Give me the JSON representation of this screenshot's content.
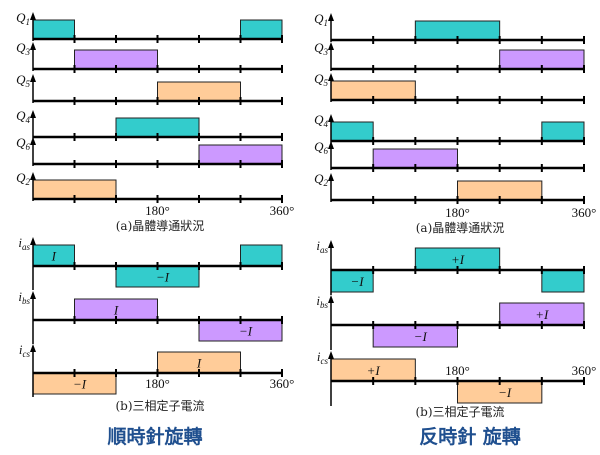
{
  "colors": {
    "teal": "#33CCCC",
    "purple": "#CC99FF",
    "orange": "#FFCC99"
  },
  "tick_labels": [
    "180°",
    "360°"
  ],
  "panels": [
    {
      "title": "順時針旋轉",
      "caption_a": "(a)晶體導通狀況",
      "caption_b": "(b)三相定子電流",
      "switches": [
        {
          "name": "Q",
          "sub": "1",
          "color": "teal",
          "on": [
            [
              0,
              60
            ],
            [
              300,
              360
            ]
          ]
        },
        {
          "name": "Q",
          "sub": "3",
          "color": "purple",
          "on": [
            [
              60,
              180
            ]
          ]
        },
        {
          "name": "Q",
          "sub": "5",
          "color": "orange",
          "on": [
            [
              180,
              300
            ]
          ]
        },
        {
          "name": "Q",
          "sub": "4",
          "color": "teal",
          "on": [
            [
              120,
              240
            ]
          ]
        },
        {
          "name": "Q",
          "sub": "6",
          "color": "purple",
          "on": [
            [
              240,
              360
            ]
          ]
        },
        {
          "name": "Q",
          "sub": "2",
          "color": "orange",
          "on": [
            [
              0,
              120
            ]
          ]
        }
      ],
      "currents": [
        {
          "name": "i",
          "sub": "as",
          "color": "teal",
          "segments": [
            {
              "from": 0,
              "to": 60,
              "level": 1,
              "label": "I"
            },
            {
              "from": 120,
              "to": 240,
              "level": -1,
              "label": "−I"
            },
            {
              "from": 300,
              "to": 360,
              "level": 1,
              "label": ""
            }
          ]
        },
        {
          "name": "i",
          "sub": "bs",
          "color": "purple",
          "segments": [
            {
              "from": 60,
              "to": 180,
              "level": 1,
              "label": "I"
            },
            {
              "from": 240,
              "to": 360,
              "level": -1,
              "label": "−I"
            }
          ]
        },
        {
          "name": "i",
          "sub": "cs",
          "color": "orange",
          "segments": [
            {
              "from": 0,
              "to": 120,
              "level": -1,
              "label": "−I"
            },
            {
              "from": 180,
              "to": 300,
              "level": 1,
              "label": "I"
            }
          ]
        }
      ]
    },
    {
      "title": "反時針 旋轉",
      "caption_a": "(a)晶體導通狀況",
      "caption_b": "(b)三相定子電流",
      "switches": [
        {
          "name": "Q",
          "sub": "1",
          "color": "teal",
          "on": [
            [
              120,
              240
            ]
          ]
        },
        {
          "name": "Q",
          "sub": "3",
          "color": "purple",
          "on": [
            [
              240,
              360
            ]
          ]
        },
        {
          "name": "Q",
          "sub": "5",
          "color": "orange",
          "on": [
            [
              0,
              120
            ]
          ]
        },
        {
          "name": "Q",
          "sub": "4",
          "color": "teal",
          "on": [
            [
              0,
              60
            ],
            [
              300,
              360
            ]
          ]
        },
        {
          "name": "Q",
          "sub": "6",
          "color": "purple",
          "on": [
            [
              60,
              180
            ]
          ]
        },
        {
          "name": "Q",
          "sub": "2",
          "color": "orange",
          "on": [
            [
              180,
              300
            ]
          ]
        }
      ],
      "currents": [
        {
          "name": "i",
          "sub": "as",
          "color": "teal",
          "segments": [
            {
              "from": 0,
              "to": 60,
              "level": -1,
              "label": "−I"
            },
            {
              "from": 120,
              "to": 240,
              "level": 1,
              "label": "+I"
            },
            {
              "from": 300,
              "to": 360,
              "level": -1,
              "label": ""
            }
          ]
        },
        {
          "name": "i",
          "sub": "bs",
          "color": "purple",
          "segments": [
            {
              "from": 60,
              "to": 180,
              "level": -1,
              "label": "−I"
            },
            {
              "from": 240,
              "to": 360,
              "level": 1,
              "label": "+I"
            }
          ]
        },
        {
          "name": "i",
          "sub": "cs",
          "color": "orange",
          "segments": [
            {
              "from": 0,
              "to": 120,
              "level": 1,
              "label": "+I"
            },
            {
              "from": 180,
              "to": 300,
              "level": -1,
              "label": "−I"
            }
          ]
        }
      ]
    }
  ]
}
